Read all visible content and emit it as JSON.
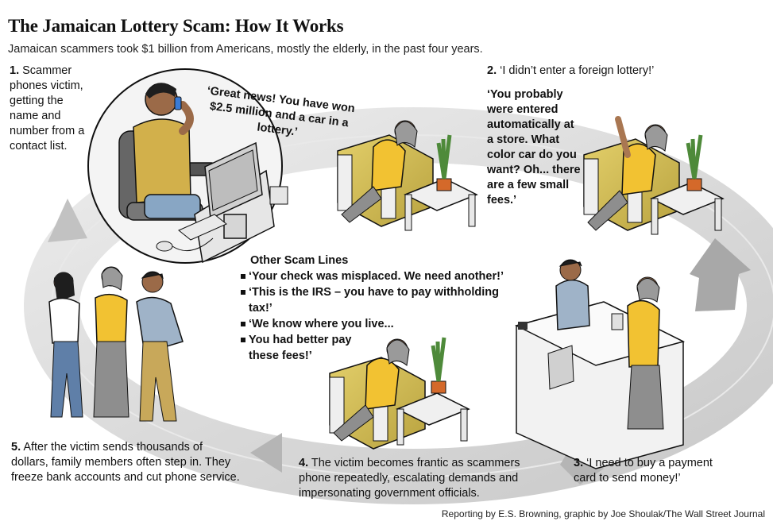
{
  "header": {
    "title": "The Jamaican Lottery Scam: How It Works",
    "subtitle": "Jamaican scammers took $1 billion from Americans, mostly the elderly, in the past four years."
  },
  "steps": [
    {
      "num": "1.",
      "text": "Scammer phones victim, getting the name and number from a contact list."
    },
    {
      "num": "2.",
      "text": "‘I didn’t enter a foreign lottery!’"
    },
    {
      "num": "3.",
      "text": "‘I need to buy a payment card to send money!’"
    },
    {
      "num": "4.",
      "text": "The victim becomes frantic as scammers phone repeatedly, escalating demands and impersonating government officials."
    },
    {
      "num": "5.",
      "text": "After the victim sends thousands of dollars, family members often step in. They freeze bank accounts and cut phone service."
    }
  ],
  "quotes": {
    "scammer": "‘Great news! You have won $2.5 million and a car in a lottery.’",
    "scammer_reply": "‘You probably were entered automatically at a store. What color car do you want? Oh... there are a few small fees.’"
  },
  "other_scam_lines": {
    "heading": "Other Scam Lines",
    "items": [
      "‘Your check was misplaced. We need another!’",
      "‘This is the IRS – you have to pay withholding tax!’",
      "‘We know where you live...",
      "You had better pay these fees!’"
    ]
  },
  "credit": "Reporting by E.S. Browning, graphic by Joe Shoulak/The Wall Street Journal",
  "colors": {
    "ring": "#d8d8d8",
    "arrow": "#a9a9a9",
    "chair": "#d9c45a",
    "shirt_yellow": "#f2c232",
    "skin": "#b07a52",
    "hair_gray": "#9a9a9a",
    "skirt": "#8e8e8e"
  }
}
